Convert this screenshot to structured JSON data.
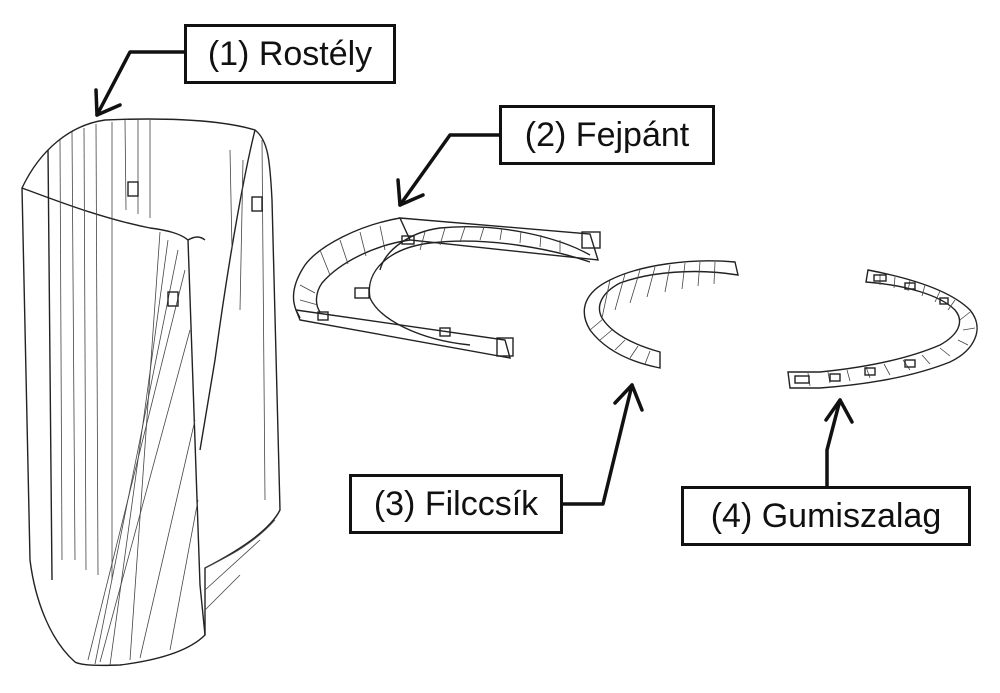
{
  "labels": {
    "part1": "(1) Rostély",
    "part2": "(2) Fejpánt",
    "part3": "(3) Filccsík",
    "part4": "(4) Gumiszalag"
  },
  "colors": {
    "line": "#222222",
    "background": "#ffffff"
  }
}
